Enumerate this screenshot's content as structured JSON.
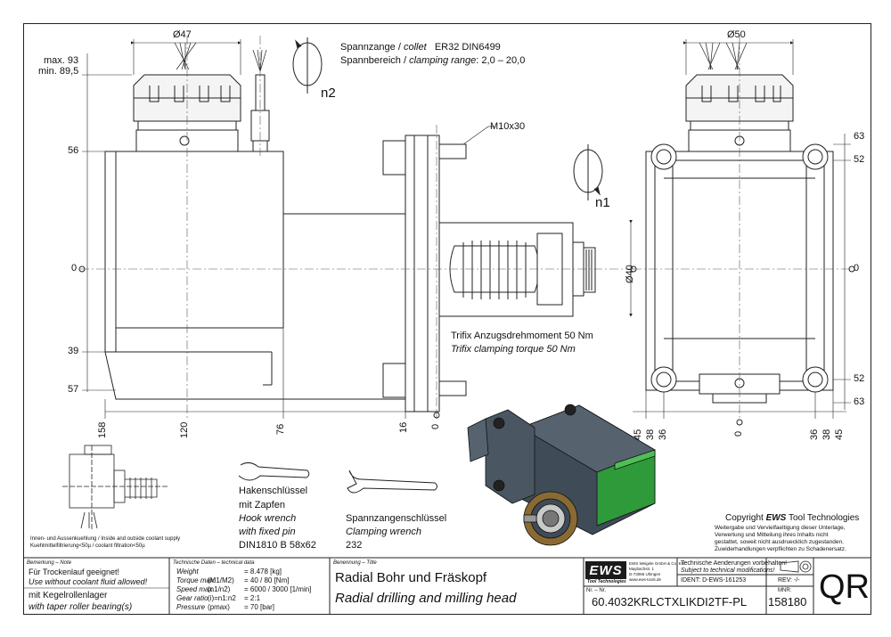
{
  "dims": {
    "dia47": "Ø47",
    "dia50": "Ø50",
    "dia40": "Ø40",
    "max93": "max. 93",
    "min895": "min. 89,5",
    "left_y": [
      "56",
      "0",
      "39",
      "57"
    ],
    "bottom_x": [
      "158",
      "120",
      "76",
      "16",
      "0"
    ],
    "right_y": [
      "63",
      "52",
      "0",
      "52",
      "63"
    ],
    "right_x": [
      "45",
      "38",
      "36",
      "0",
      "36",
      "38",
      "45"
    ],
    "m10x30": "M10x30",
    "n1": "n1",
    "n2": "n2"
  },
  "notes": {
    "collet_de": "Spannzange /",
    "collet_en": "collet",
    "collet_val": "ER32   DIN6499",
    "range_de": "Spannbereich /",
    "range_en": "clamping range",
    "range_val": ": 2,0 – 20,0",
    "trifix_de": "Trifix Anzugsdrehmoment  50 Nm",
    "trifix_en": "Trifix clamping torque  50 Nm",
    "coolant_1": "Innen- und Aussenkuehlung / Inside and outside coolant supply",
    "coolant_2": "Kuehlmittelfiltrierung<50µ / coolant filtration<50µ",
    "hook_1": "Hakenschlüssel",
    "hook_2": "mit Zapfen",
    "hook_3": "Hook wrench",
    "hook_4": "with fixed pin",
    "hook_5": "DIN1810 B 58x62",
    "clamp_1": "Spannzangenschlüssel",
    "clamp_2": "Clamping wrench",
    "clamp_3": "232",
    "copyright_a": "Copyright ",
    "copyright_b": "EWS",
    "copyright_c": " Tool Technologies",
    "copy_de1": "Weitergabe und Vervielfaeltigung dieser Unterlage,",
    "copy_de2": "Verwertung und Mitteilung ihres Inhalts nicht",
    "copy_de3": "gestattet, soweit nicht ausdruecklich zugestanden.",
    "copy_de4": "Zuwiderhandlungen verpflichten zu Schadenersatz."
  },
  "titleblock": {
    "remark_hdr": "Bemerkung – Note",
    "remark_1": "Für Trockenlauf geeignet!",
    "remark_2": "Use without coolant fluid allowed!",
    "remark_3": "mit Kegelrollenlager",
    "remark_4": "with taper roller bearing(s)",
    "tech_hdr": "Technische Daten – technical data",
    "tech_rows": [
      {
        "label": "Weight",
        "unit": "",
        "val": "=  8.478 [kg]"
      },
      {
        "label": "Torque max.",
        "unit": "(M1/M2)",
        "val": "=  40 / 80 [Nm]"
      },
      {
        "label": "Speed max.",
        "unit": "(n1/n2)",
        "val": "=  6000 / 3000 [1/min]"
      },
      {
        "label": "Gear ratio",
        "unit": "(i)=n1:n2",
        "val": "=  2:1"
      },
      {
        "label": "Pressure",
        "unit": "(pmax)",
        "val": "=  70 [bar]"
      }
    ],
    "title_hdr": "Benennung – Title",
    "title_de": "Radial Bohr und Fräskopf",
    "title_en": "Radial drilling and milling head",
    "company_logo": "EWS",
    "company_sub": "Tool Technologies",
    "company_addr1": "EWS Weigele GmbH & Co. KG",
    "company_addr2": "Maybachstr. 1",
    "company_addr3": "D-73066 Uhingen",
    "company_addr4": "www.ews-tools.de",
    "changes_de": "Technische Aenderungen vorbehalten!",
    "changes_en": "Subject to technical modifications!",
    "ident_label": "IDENT:",
    "ident_val": "D-EWS-161253",
    "rev_label": "REV:",
    "rev_val": "-/-",
    "nr_label": "Nr. – Nr.",
    "part_no": "60.4032KRLCTXLIKDI2TF-PL",
    "mnr_label": "MNR:",
    "mnr_val": "158180",
    "qr": "QR"
  },
  "colors": {
    "body_dark": "#3f4c57",
    "accent_green": "#2f9a3a",
    "bronze": "#8a6a33"
  }
}
